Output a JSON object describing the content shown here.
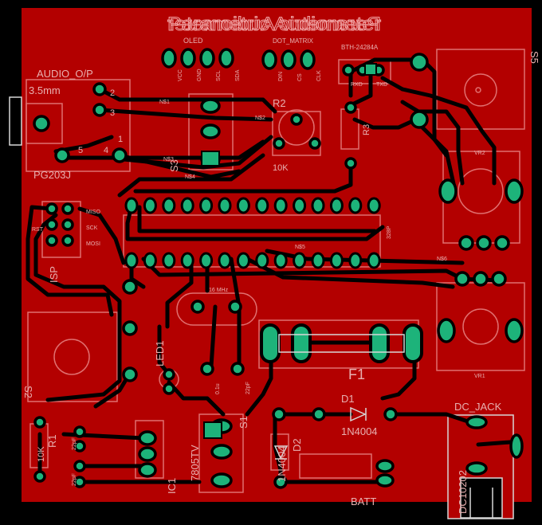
{
  "board": {
    "title_a": "Parametric Audiometer",
    "title_b": "Parametric Audiometer",
    "colors": {
      "background": "#000000",
      "copper": "#b30000",
      "trace": "#000000",
      "pad": "#1db37a",
      "silk": "#e07070",
      "outline": "#d8d8d8"
    }
  },
  "labels": {
    "audio_op": "AUDIO_O/P",
    "jack_size": "3.5mm",
    "pg203j": "PG203J",
    "oled": "OLED",
    "dot_matrix": "DOT_MATRIX",
    "bth": "BTH-24284A",
    "s5": "S5",
    "r2": "R2",
    "r2_val": "10K",
    "vr2": "VR2",
    "r3": "R3",
    "led1": "LED1",
    "isp": "ISP",
    "s2": "S2",
    "vr1": "VR1",
    "f1": "F1",
    "d1": "D1",
    "d1_val": "1N4004",
    "d2": "D2",
    "d2_val": "1N4004",
    "dc_jack": "DC_JACK",
    "dc_part": "DC10202",
    "batt": "BATT",
    "ic1": "IC1",
    "ic1_val": "7805TV",
    "r1": "R1",
    "r1_val": "10K",
    "s1": "S1",
    "s3": "S3",
    "crystal": "16 MHz",
    "chip": "328P",
    "vcc": "VCC",
    "gnd": "GND",
    "sda": "SDA",
    "scl": "SCL",
    "din": "DIN",
    "cs": "CS",
    "clk": "CLK",
    "rxd": "RXD",
    "txd": "TXD",
    "miso": "MISO",
    "mosi": "MOSI",
    "sck": "SCK",
    "rst": "RST",
    "c_22pf": "22pF",
    "c_val": "0.1u",
    "pin1": "1",
    "pin2": "2",
    "pin3": "3",
    "pin4": "4",
    "pin5": "5",
    "net_a": "N$1",
    "net_b": "N$2",
    "net_c": "N$3",
    "net_d": "N$4",
    "net_e": "N$5",
    "net_f": "N$6"
  }
}
